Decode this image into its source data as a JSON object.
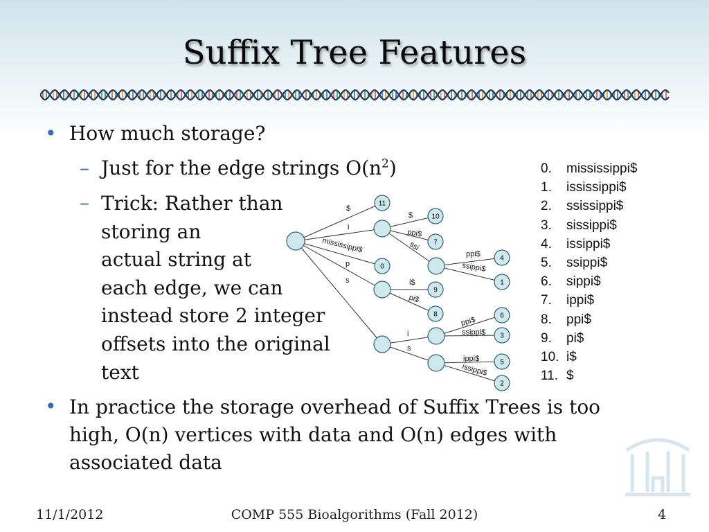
{
  "slide": {
    "title": "Suffix Tree Features",
    "bullet1": "How much storage?",
    "sub1_prefix": "Just for the edge strings O(n",
    "sub1_sup": "2",
    "sub1_suffix": ")",
    "sub2_lines": [
      "Trick: Rather than",
      "storing an",
      "actual string at",
      "each edge, we can",
      "instead store 2 integer",
      "offsets into the original",
      "text"
    ],
    "bullet2_lines": [
      "In practice the storage overhead of Suffix Trees is too",
      "high, O(n) vertices with data and O(n) edges with",
      "associated data"
    ]
  },
  "suffixes": [
    {
      "num": "0.",
      "text": "mississippi$"
    },
    {
      "num": "1.",
      "text": "ississippi$"
    },
    {
      "num": "2.",
      "text": "ssissippi$"
    },
    {
      "num": "3.",
      "text": "sissippi$"
    },
    {
      "num": "4.",
      "text": "issippi$"
    },
    {
      "num": "5.",
      "text": "ssippi$"
    },
    {
      "num": "6.",
      "text": "sippi$"
    },
    {
      "num": "7.",
      "text": "ippi$"
    },
    {
      "num": "8.",
      "text": "ppi$"
    },
    {
      "num": "9.",
      "text": "pi$"
    },
    {
      "num": "10.",
      "text": "i$"
    },
    {
      "num": "11.",
      "text": "$"
    }
  ],
  "tree": {
    "leaf_labels": [
      "11",
      "10",
      "7",
      "0",
      "9",
      "8",
      "4",
      "1",
      "6",
      "3",
      "5",
      "2"
    ],
    "edge_labels": [
      "$",
      "i",
      "mississippi$",
      "p",
      "s",
      "$",
      "ppi$",
      "ssi",
      "i$",
      "pi$",
      "ppi$",
      "ssippi$",
      "i",
      "s",
      "ppi$",
      "ssippi$",
      "ippi$",
      "issippi$"
    ]
  },
  "footer": {
    "date": "11/1/2012",
    "course": "COMP 555 Bioalgorithms (Fall 2012)",
    "page": "4"
  },
  "colors": {
    "bullet": "#3b6ea8",
    "node_fill": "#cfe8ee",
    "node_stroke": "#2f5f6f"
  }
}
